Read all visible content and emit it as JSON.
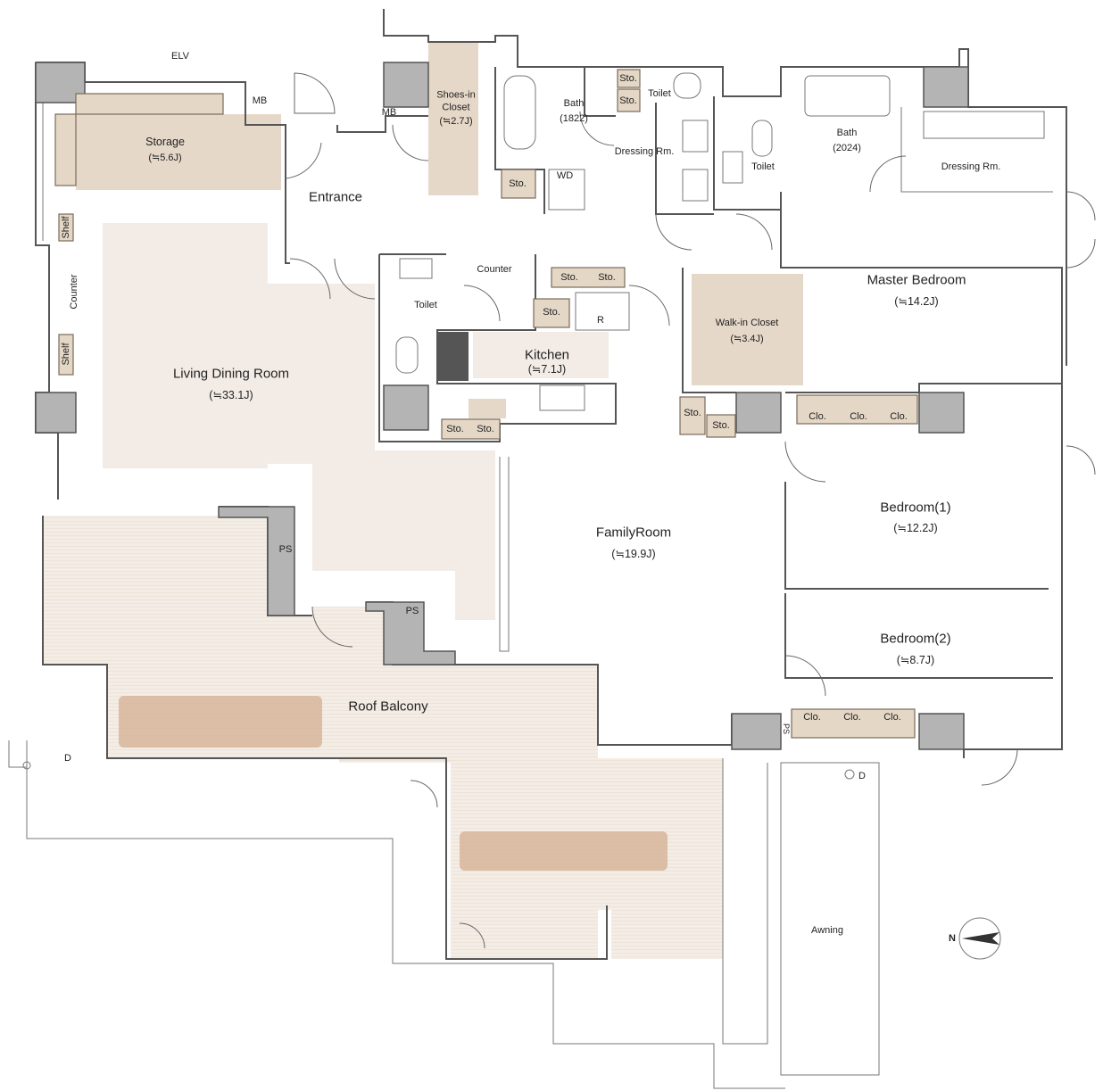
{
  "rooms": {
    "ldr": {
      "name": "Living Dining Room",
      "area": "(≒33.1J)"
    },
    "family": {
      "name": "FamilyRoom",
      "area": "(≒19.9J)"
    },
    "master": {
      "name": "Master Bedroom",
      "area": "(≒14.2J)"
    },
    "bed1": {
      "name": "Bedroom(1)",
      "area": "(≒12.2J)"
    },
    "bed2": {
      "name": "Bedroom(2)",
      "area": "(≒8.7J)"
    },
    "kitchen": {
      "name": "Kitchen",
      "area": "(≒7.1J)"
    },
    "wic": {
      "name": "Walk-in Closet",
      "area": "(≒3.4J)"
    },
    "storage": {
      "name": "Storage",
      "area": "(≒5.6J)"
    },
    "shoes": {
      "name": "Shoes-in Closet",
      "area": "(≒2.7J)"
    },
    "bath1": {
      "name": "Bath",
      "size": "(1822)"
    },
    "bath2": {
      "name": "Bath",
      "size": "(2024)"
    }
  },
  "labels": {
    "entrance": "Entrance",
    "elv": "ELV",
    "mb": "MB",
    "toilet": "Toilet",
    "dressing": "Dressing Rm.",
    "counter": "Counter",
    "shelf": "Shelf",
    "sto": "Sto.",
    "clo": "Clo.",
    "wd": "WD",
    "r": "R",
    "ps": "PS",
    "ps_vert": "PS",
    "roof_balcony": "Roof  Balcony",
    "awning": "Awning",
    "d": "D",
    "n": "N"
  },
  "colors": {
    "wall": "#555555",
    "column": "#b4b4b4",
    "storage": "#e4d7c6",
    "floor": "#f3ece6",
    "planter": "#d8b89a"
  }
}
